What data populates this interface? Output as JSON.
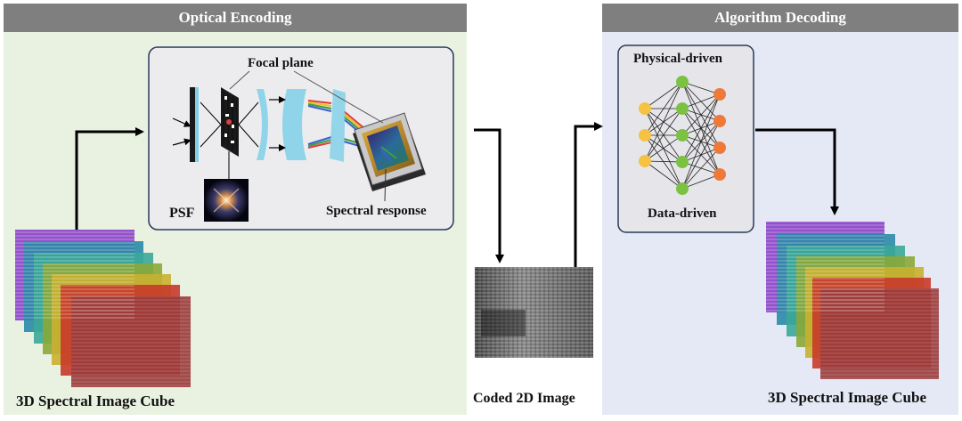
{
  "encoding": {
    "header": "Optical Encoding",
    "focal_plane_label": "Focal plane",
    "psf_label": "PSF",
    "spectral_response_label": "Spectral response",
    "cube_label": "3D Spectral Image Cube"
  },
  "coded": {
    "label": "Coded 2D Image"
  },
  "decoding": {
    "header": "Algorithm Decoding",
    "physical_label": "Physical-driven",
    "data_label": "Data-driven",
    "cube_label": "3D Spectral Image Cube"
  },
  "colors": {
    "encoding_bg": "#e9f1e1",
    "decoding_bg": "#e5e9f5",
    "header_bg": "#7f7f7f",
    "node_input": "#f5c243",
    "node_hidden": "#7cc242",
    "node_output": "#ee7a3a"
  }
}
